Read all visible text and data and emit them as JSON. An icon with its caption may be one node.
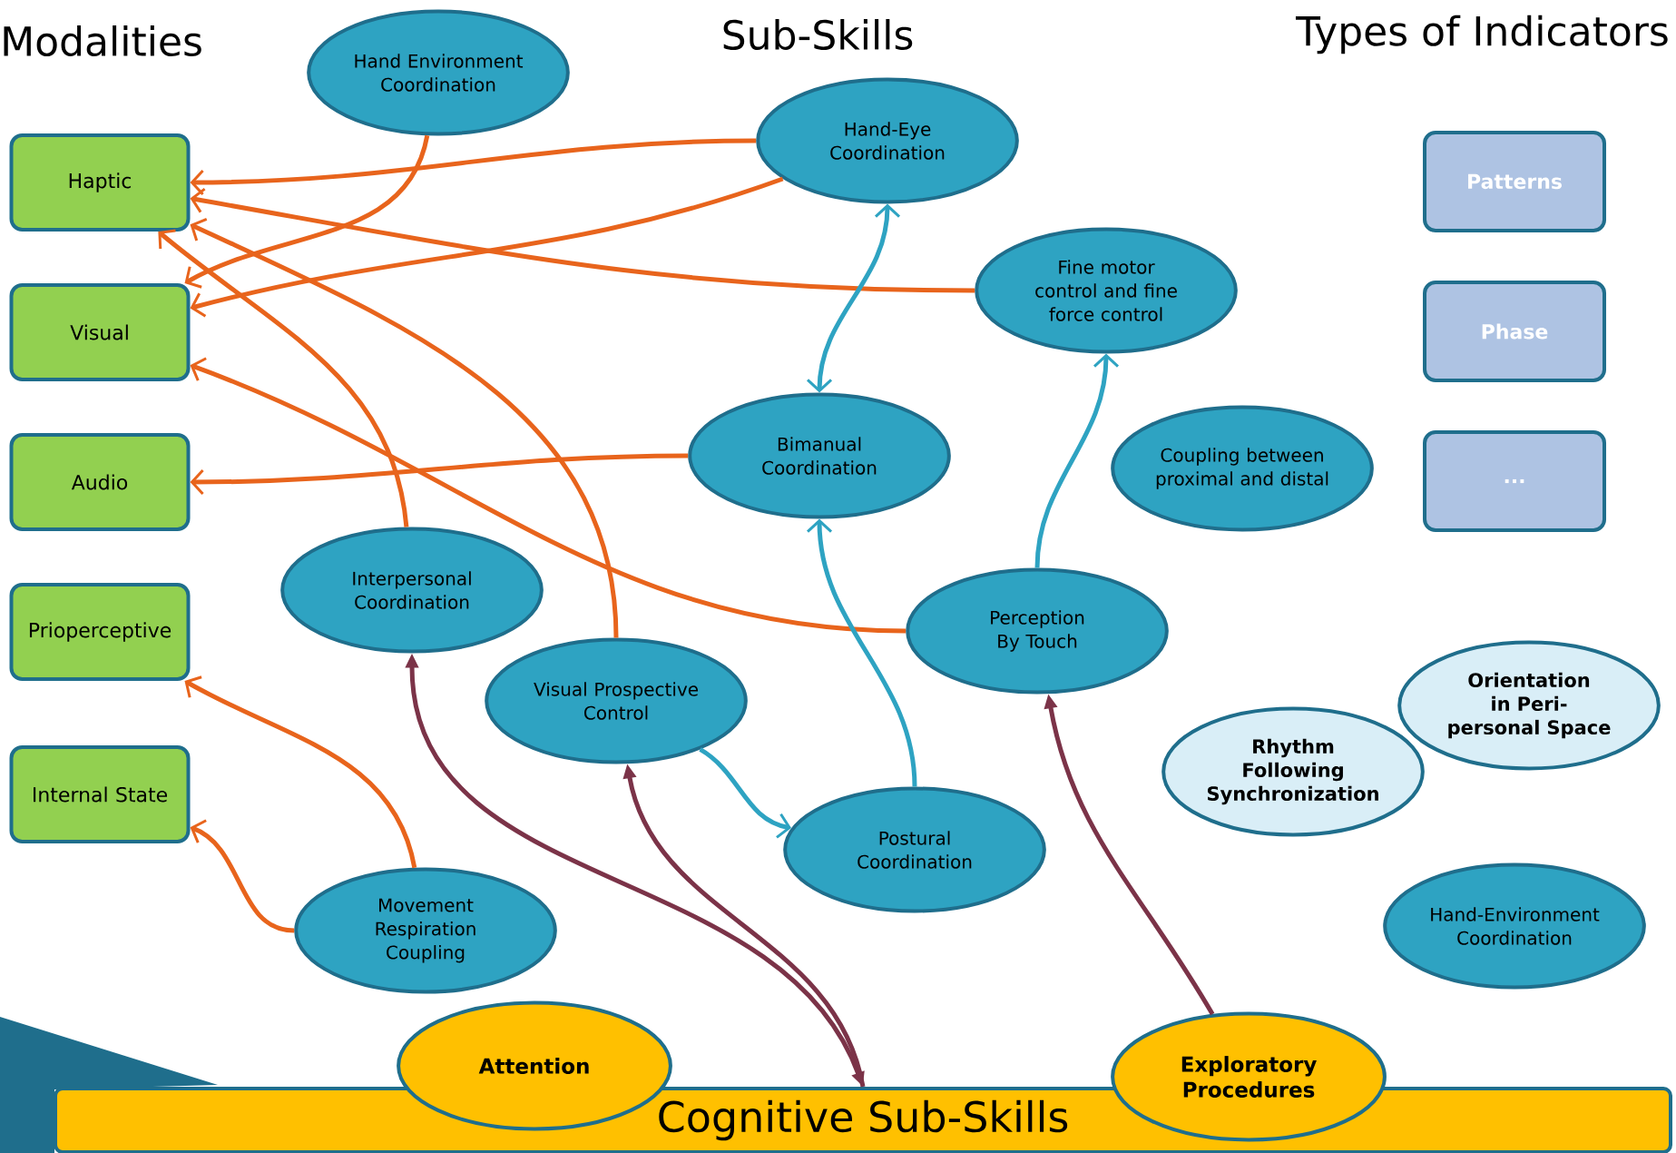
{
  "diagram": {
    "nodes": [
      {
        "text": [
          "Haptic"
        ]
      },
      {
        "text": [
          "Visual"
        ]
      },
      {
        "text": [
          "Audio"
        ]
      },
      {
        "text": [
          "Prioperceptive"
        ]
      },
      {
        "text": [
          "Internal State"
        ]
      },
      {
        "text": [
          "Hand Environment Coordination"
        ]
      },
      {
        "text": [
          "Hand-Eye Coordination"
        ]
      },
      {
        "text": [
          "Fine motor control and fine force control"
        ]
      },
      {
        "text": [
          "Bimanual Coordination"
        ]
      },
      {
        "text": [
          "Coupling between proximal and distal"
        ]
      },
      {
        "text": [
          "Interpersonal Coordination"
        ]
      },
      {
        "text": [
          "Visual Prospective Control"
        ]
      },
      {
        "text": [
          "Perception By Touch"
        ]
      },
      {
        "text": [
          "Postural Coordination"
        ]
      },
      {
        "text": [
          "Movement Respiration Coupling"
        ]
      },
      {
        "text": [
          "Patterns"
        ]
      },
      {
        "text": [
          "Phase"
        ]
      },
      {
        "text": [
          "..."
        ]
      },
      {
        "text": [
          "Orientation in Peri-personal Space"
        ]
      },
      {
        "text": [
          "Rhythm Following Synchronization"
        ]
      },
      {
        "text": [
          "Hand-Environment Coordination"
        ]
      },
      {
        "text": [
          "Cognitive Sub-Skills"
        ]
      },
      {
        "text": [
          "Attention"
        ]
      },
      {
        "text": [
          "Exploratory Procedures"
        ]
      }
    ],
    "edges": [
      {
        "from": 5,
        "to": 1,
        "arrow": "to"
      },
      {
        "from": 6,
        "to": 0,
        "arrow": "to"
      },
      {
        "from": 6,
        "to": 1,
        "arrow": "to"
      },
      {
        "from": 7,
        "to": 0,
        "arrow": "to"
      },
      {
        "from": 8,
        "to": 2,
        "arrow": "to"
      },
      {
        "from": 10,
        "to": 0,
        "arrow": "to"
      },
      {
        "from": 11,
        "to": 0,
        "arrow": "to"
      },
      {
        "from": 12,
        "to": 1,
        "arrow": "to"
      },
      {
        "from": 14,
        "to": 3,
        "arrow": "to"
      },
      {
        "from": 14,
        "to": 4,
        "arrow": "to"
      },
      {
        "from": 6,
        "to": 8,
        "arrow": "both",
        "color": "#2ea3c2"
      },
      {
        "from": 13,
        "to": 8,
        "arrow": "to",
        "color": "#2ea3c2"
      },
      {
        "from": 12,
        "to": 7,
        "arrow": "to",
        "color": "#2ea3c2"
      },
      {
        "from": 11,
        "to": 13,
        "arrow": "to",
        "color": "#2ea3c2"
      },
      {
        "from": 21,
        "to": 10,
        "arrow": "both",
        "color": "#7b3348"
      },
      {
        "from": 21,
        "to": 11,
        "arrow": "to",
        "color": "#7b3348"
      },
      {
        "from": 23,
        "to": 12,
        "arrow": "to",
        "color": "#7b3348"
      }
    ],
    "labels": [
      "Modalities",
      "Sub-Skills",
      "Types of Indicators"
    ]
  }
}
